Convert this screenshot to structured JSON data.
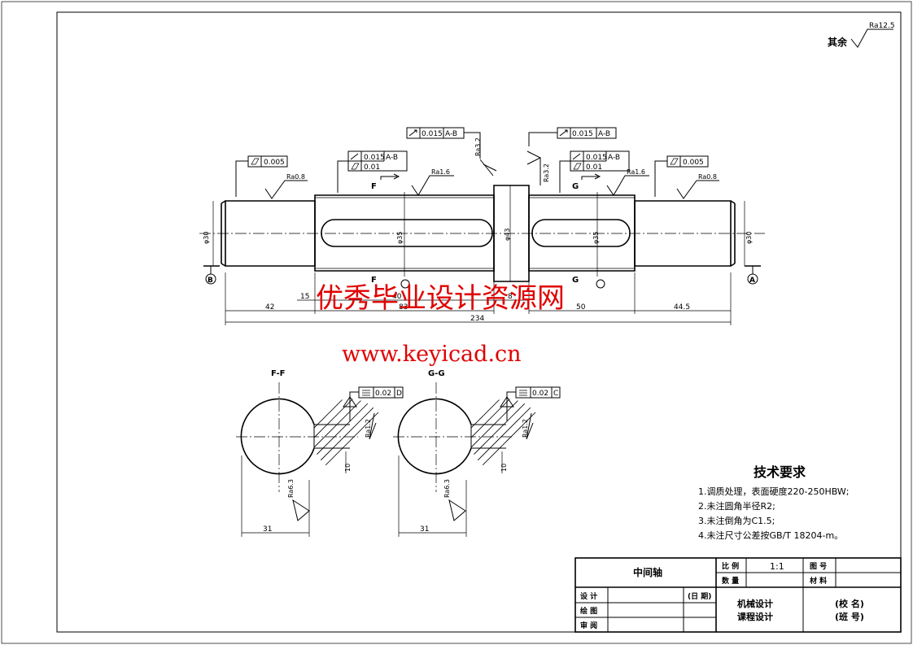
{
  "roughness_default": {
    "label": "其余",
    "value": "Ra12.5"
  },
  "tolerance_frames": {
    "left_runout_top": {
      "value": "0.015",
      "datum": "A-B"
    },
    "right_runout_top": {
      "value": "0.015",
      "datum": "A-B"
    },
    "left_journal_cyl": {
      "value": "0.005"
    },
    "right_journal_cyl": {
      "value": "0.005"
    },
    "left_gear_runout": {
      "value": "0.015",
      "datum": "A-B"
    },
    "left_gear_cyl": {
      "value": "0.01"
    },
    "right_gear_runout": {
      "value": "0.015",
      "datum": "A-B"
    },
    "right_gear_cyl": {
      "value": "0.01"
    },
    "section_f_sym": {
      "value": "0.02",
      "datum": "D"
    },
    "section_g_sym": {
      "value": "0.02",
      "datum": "C"
    }
  },
  "roughness_marks": {
    "r1": "Ra0.8",
    "r2": "Ra1.6",
    "r3": "Ra3.2",
    "r4": "Ra3.2",
    "r5": "Ra1.6",
    "r6": "Ra0.8",
    "r7": "Ra1.2",
    "r8": "Ra1.2",
    "r9": "Ra6.3",
    "r10": "Ra6.3"
  },
  "section_labels": {
    "f": "F",
    "g": "G",
    "ff": "F-F",
    "gg": "G-G"
  },
  "datums": {
    "a": "A",
    "b": "B"
  },
  "diameters": {
    "left_journal": "φ30",
    "left_gear": "φ35",
    "collar": "φ43",
    "right_gear": "φ35",
    "right_journal": "φ30"
  },
  "dimensions": {
    "d42": "42",
    "d15": "15",
    "d40": "40",
    "d83": "83",
    "d8": "8",
    "d50": "50",
    "d44_5": "44.5",
    "d234": "234",
    "key_f_width": "10",
    "key_g_width": "10",
    "sec_f_depth": "31",
    "sec_g_depth": "31"
  },
  "tech_req": {
    "title": "技术要求",
    "items": [
      "1.调质处理，表面硬度220-250HBW;",
      "2.未注圆角半径R2;",
      "3.未注倒角为C1.5;",
      "4.未注尺寸公差按GB/T 18204-m。"
    ]
  },
  "title_block": {
    "part_name": "中间轴",
    "scale_label": "比 例",
    "scale_value": "1:1",
    "drawing_no_label": "图 号",
    "quantity_label": "数 量",
    "material_label": "材 料",
    "design_label": "设 计",
    "date_label": "(日 期)",
    "draw_label": "绘 图",
    "review_label": "审 阅",
    "course_line1": "机械设计",
    "course_line2": "课程设计",
    "school": "(校 名)",
    "class": "(班 号)"
  },
  "watermark": {
    "line1": "优秀毕业设计资源网",
    "line2": "www.keyicad.cn"
  }
}
